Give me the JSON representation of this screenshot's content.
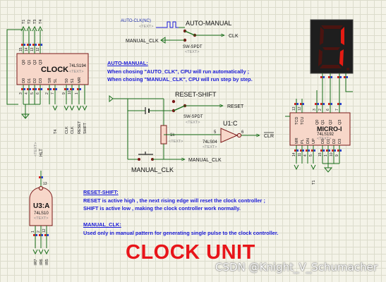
{
  "clock_chip": {
    "name": "CLOCK",
    "part": "74LS194",
    "text_tag": "<TEXT>",
    "top_pins": [
      "Q0",
      "Q1",
      "Q2",
      "Q3"
    ],
    "top_nums": [
      "15",
      "14",
      "13",
      "12"
    ],
    "bottom_pins": [
      "D0",
      "D1",
      "D2",
      "D3",
      "SR",
      "SL",
      "S0",
      "S1",
      "MR"
    ],
    "bottom_nums": [
      "3",
      "4",
      "5",
      "6",
      "2",
      "7",
      "9",
      "10",
      "1"
    ],
    "top_outputs": [
      "T1",
      "T2",
      "T3",
      "T4"
    ],
    "bottom_labels": [
      "T4",
      "CLK",
      "CLK",
      "RESET",
      "SHIFT"
    ]
  },
  "auto_clock": {
    "label": "AUTO-CLK(NC)",
    "text_tag": "<TEXT>"
  },
  "switch_auto": {
    "title": "AUTO-MANUAL",
    "model": "SW-SPDT",
    "text_tag": "<TEXT>",
    "input_label": "MANUAL_CLK",
    "output_label": "CLK"
  },
  "switch_reset": {
    "title": "RESET-SHIFT",
    "model": "SW-SPDT",
    "text_tag": "<TEXT>",
    "output_label": "RESET"
  },
  "resistor": {
    "value": "1k",
    "text_tag": "<TEXT>"
  },
  "inverter": {
    "name": "U1:C",
    "part": "74LS04",
    "text_tag": "<TEXT>",
    "pin_in": "5",
    "pin_out": "6",
    "output_label": "CLR"
  },
  "manual_button": {
    "label": "MANUAL_CLK",
    "wire_label": "MANUAL_CLK"
  },
  "nand_gate": {
    "name": "U3:A",
    "part": "74LS10",
    "text_tag": "<TEXT>",
    "pins": [
      "1",
      "2",
      "13",
      "12"
    ],
    "inputs": [
      "IR7",
      "IR6",
      "IR5"
    ],
    "top_label": "HLT",
    "top_tag": "<TEXT>"
  },
  "micro_chip": {
    "name": "MICRO-I",
    "part": "74LS192",
    "text_tag": "<TEXT>",
    "top_pins": [
      "TCD",
      "TCU",
      "Q0",
      "Q1",
      "Q2",
      "Q3"
    ],
    "top_nums": [
      "13",
      "12",
      "3",
      "2",
      "6",
      "7"
    ],
    "bottom_pins": [
      "MR",
      "PL",
      "DN",
      "UP",
      "D0",
      "D1",
      "D2",
      "D3"
    ],
    "bottom_nums": [
      "14",
      "11",
      "4",
      "5",
      "15",
      "1",
      "10",
      "9"
    ],
    "bottom_labels": [
      "T1"
    ]
  },
  "display": {
    "digit": "1",
    "color": "#e41b13"
  },
  "notes": {
    "auto_manual_heading": "AUTO-MANUAL:",
    "auto_manual_line1": "When chosing \"AUTO_CLK\", CPU will run automatically ;",
    "auto_manual_line2": "When chosing \"MANUAL_CLK\", CPU will run step by step.",
    "reset_shift_heading": "RESET-SHIFT:",
    "reset_shift_line1": "RESET is active high , the next rising edge will reset the clock controller ;",
    "reset_shift_line2": "SHIFT is active low , making the clock controller work normally.",
    "manual_clk_heading": "MANUAL_CLK:",
    "manual_clk_line1": "Used only in manual pattern for generating single pulse to the clock controller."
  },
  "title": "CLOCK UNIT",
  "watermark": "CSDN @Knight_V_Schumacher",
  "colors": {
    "wire": "#1a6e1a",
    "chip_fill": "#f7d7c9",
    "chip_border": "#7a1818",
    "note": "#1a1ad8",
    "title": "#e8151a",
    "pin_red": "#d42020",
    "pin_blue": "#2a3fd0"
  }
}
